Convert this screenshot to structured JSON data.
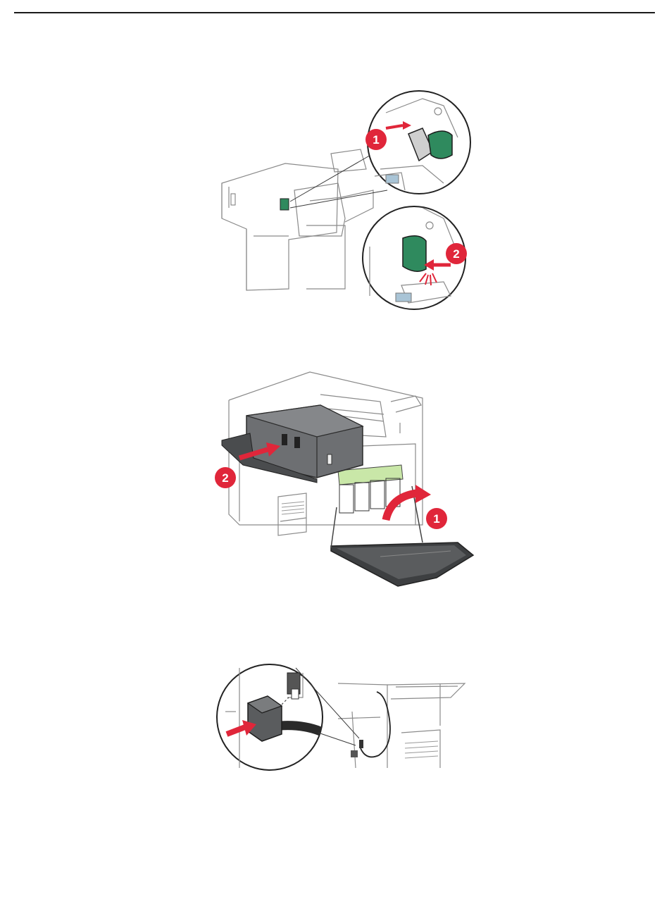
{
  "figures": [
    {
      "name": "staple-cartridge-insert",
      "callouts": [
        "1",
        "2"
      ]
    },
    {
      "name": "close-door-insert-finisher",
      "callouts": [
        "1",
        "2"
      ]
    },
    {
      "name": "connect-finisher-cable",
      "callouts": []
    }
  ],
  "colors": {
    "callout": "#e0263a",
    "cartridge": "#2f8a5e",
    "finisher_body": "#6d6f72",
    "line": "#3a3a3a",
    "toner_slots": "#c9e7a8"
  },
  "icons": [
    "callout-number-icon",
    "direction-arrow-icon",
    "click-sound-icon"
  ]
}
